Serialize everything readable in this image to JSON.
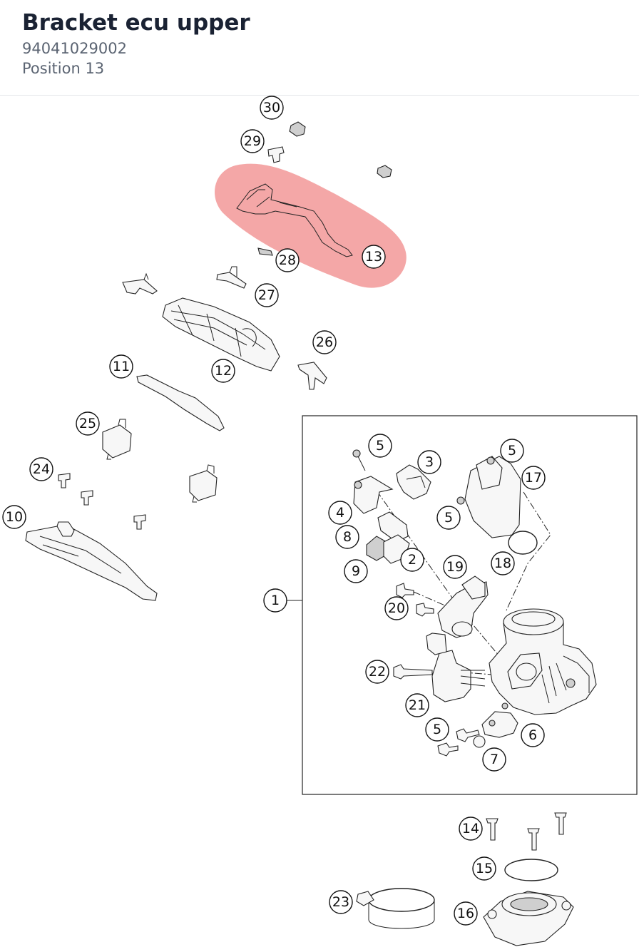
{
  "header": {
    "title": "Bracket ecu upper",
    "part_number": "94041029002",
    "position": "Position 13"
  },
  "diagram": {
    "highlight_color": "#f08a8a",
    "callouts": [
      "30",
      "29",
      "13",
      "28",
      "27",
      "26",
      "12",
      "11",
      "25",
      "24",
      "10",
      "5",
      "3",
      "5",
      "17",
      "4",
      "5",
      "8",
      "18",
      "2",
      "9",
      "19",
      "1",
      "20",
      "22",
      "21",
      "5",
      "6",
      "7",
      "14",
      "15",
      "23",
      "16"
    ]
  }
}
